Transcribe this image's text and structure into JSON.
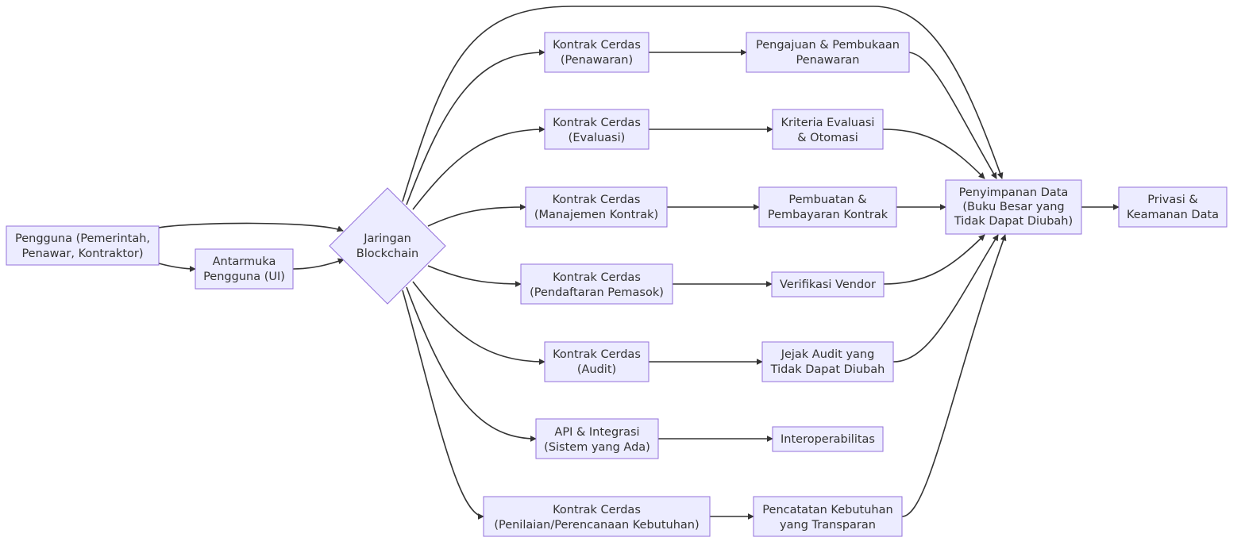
{
  "nodes": {
    "user": [
      "Pengguna (Pemerintah,",
      "Penawar, Kontraktor)"
    ],
    "ui": [
      "Antarmuka",
      "Pengguna (UI)"
    ],
    "blockchain": [
      "Jaringan",
      "Blockchain"
    ],
    "sc_bid": [
      "Kontrak Cerdas",
      "(Penawaran)"
    ],
    "sc_eval": [
      "Kontrak Cerdas",
      "(Evaluasi)"
    ],
    "sc_mgmt": [
      "Kontrak Cerdas",
      "(Manajemen Kontrak)"
    ],
    "sc_reg": [
      "Kontrak Cerdas",
      "(Pendaftaran Pemasok)"
    ],
    "sc_audit": [
      "Kontrak Cerdas",
      "(Audit)"
    ],
    "api": [
      "API & Integrasi",
      "(Sistem yang Ada)"
    ],
    "sc_needs": [
      "Kontrak Cerdas",
      "(Penilaian/Perencanaan Kebutuhan)"
    ],
    "bid_open": [
      "Pengajuan & Pembukaan",
      "Penawaran"
    ],
    "criteria": [
      "Kriteria Evaluasi",
      "& Otomasi"
    ],
    "payment": [
      "Pembuatan &",
      "Pembayaran Kontrak"
    ],
    "vendor": [
      "Verifikasi Vendor"
    ],
    "audit_trail": [
      "Jejak Audit yang",
      "Tidak Dapat Diubah"
    ],
    "interop": [
      "Interoperabilitas"
    ],
    "needs_rec": [
      "Pencatatan Kebutuhan",
      "yang Transparan"
    ],
    "storage": [
      "Penyimpanan Data",
      "(Buku Besar yang",
      "Tidak Dapat Diubah)"
    ],
    "privacy": [
      "Privasi &",
      "Keamanan Data"
    ]
  },
  "edges": [
    [
      "user",
      "blockchain"
    ],
    [
      "user",
      "ui"
    ],
    [
      "ui",
      "blockchain"
    ],
    [
      "blockchain",
      "storage"
    ],
    [
      "blockchain",
      "sc_bid"
    ],
    [
      "blockchain",
      "sc_eval"
    ],
    [
      "blockchain",
      "sc_mgmt"
    ],
    [
      "blockchain",
      "sc_reg"
    ],
    [
      "blockchain",
      "sc_audit"
    ],
    [
      "blockchain",
      "api"
    ],
    [
      "blockchain",
      "sc_needs"
    ],
    [
      "sc_bid",
      "bid_open"
    ],
    [
      "sc_eval",
      "criteria"
    ],
    [
      "sc_mgmt",
      "payment"
    ],
    [
      "sc_reg",
      "vendor"
    ],
    [
      "sc_audit",
      "audit_trail"
    ],
    [
      "api",
      "interop"
    ],
    [
      "sc_needs",
      "needs_rec"
    ],
    [
      "bid_open",
      "storage"
    ],
    [
      "criteria",
      "storage"
    ],
    [
      "payment",
      "storage"
    ],
    [
      "vendor",
      "storage"
    ],
    [
      "audit_trail",
      "storage"
    ],
    [
      "needs_rec",
      "storage"
    ],
    [
      "storage",
      "privacy"
    ]
  ]
}
